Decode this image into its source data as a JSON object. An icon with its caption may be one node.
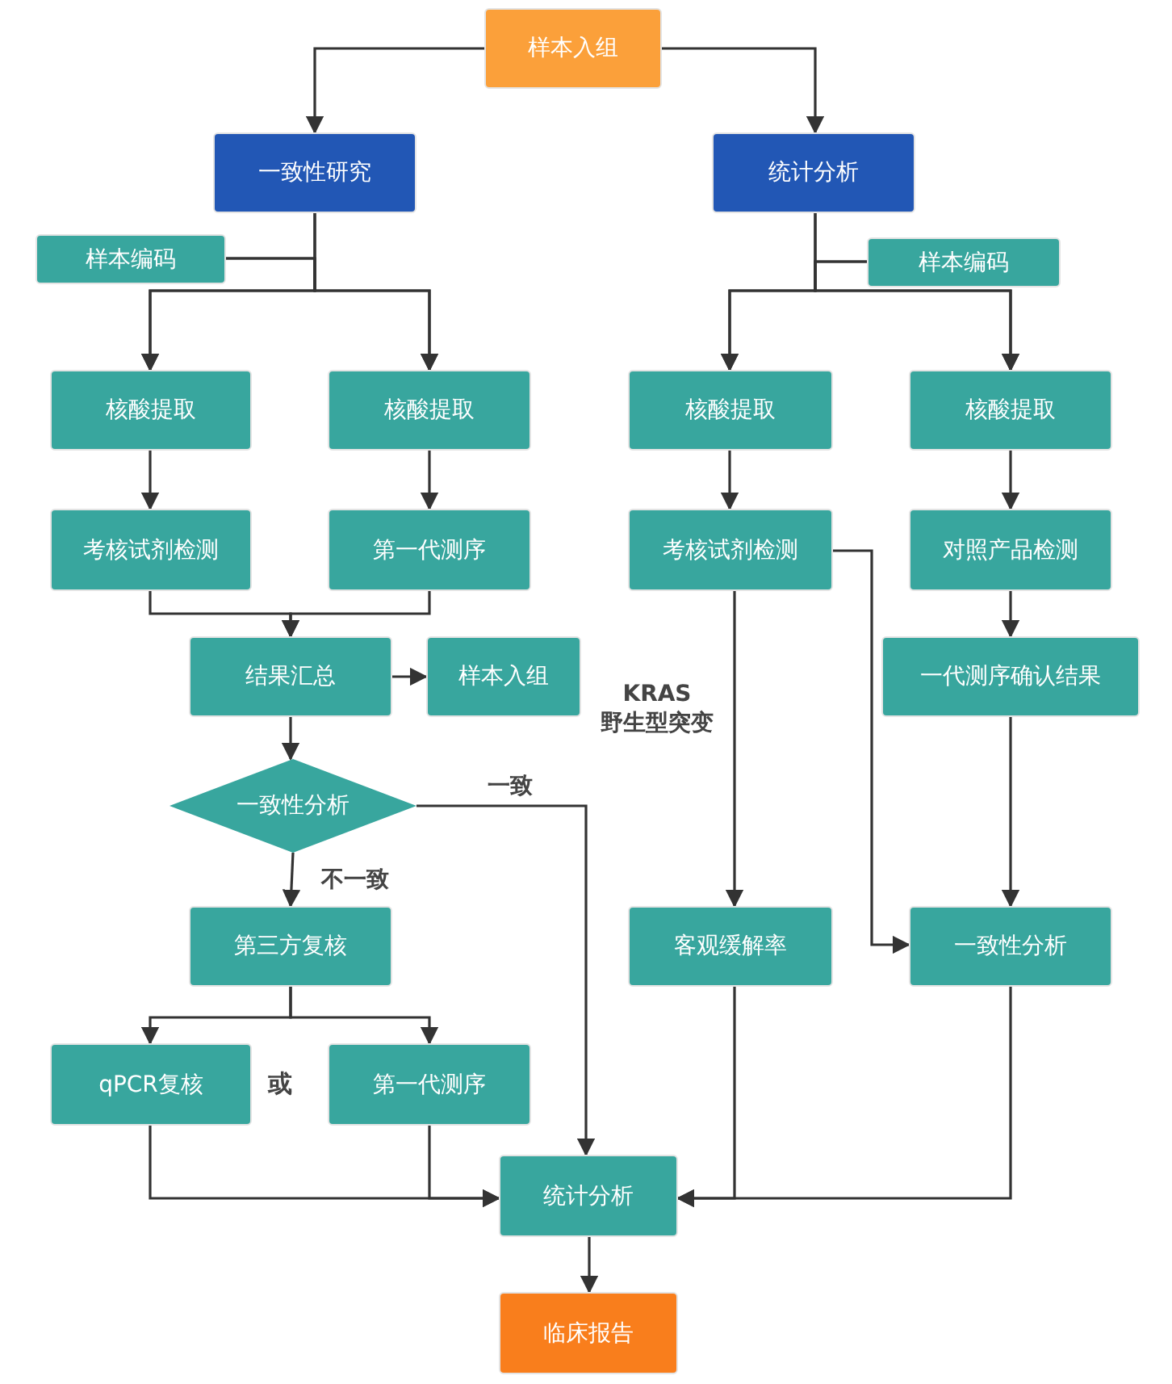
{
  "diagram": {
    "nodes": [
      {
        "text": [
          "样本入组"
        ]
      },
      {
        "text": [
          "一致性研究"
        ]
      },
      {
        "text": [
          "统计分析"
        ]
      },
      {
        "text": [
          "样本编码"
        ]
      },
      {
        "text": [
          "样本编码"
        ]
      },
      {
        "text": [
          "核酸提取"
        ]
      },
      {
        "text": [
          "核酸提取"
        ]
      },
      {
        "text": [
          "核酸提取"
        ]
      },
      {
        "text": [
          "核酸提取"
        ]
      },
      {
        "text": [
          "考核试剂检测"
        ]
      },
      {
        "text": [
          "第一代测序"
        ]
      },
      {
        "text": [
          "考核试剂检测"
        ]
      },
      {
        "text": [
          "对照产品检测"
        ]
      },
      {
        "text": [
          "结果汇总"
        ]
      },
      {
        "text": [
          "样本入组"
        ]
      },
      {
        "text": [
          "一代测序确认结果"
        ]
      },
      {
        "text": [
          "一致性分析"
        ]
      },
      {
        "text": [
          "第三方复核"
        ]
      },
      {
        "text": [
          "客观缓解率"
        ]
      },
      {
        "text": [
          "一致性分析"
        ]
      },
      {
        "text": [
          "qPCR复核"
        ]
      },
      {
        "text": [
          "第一代测序"
        ]
      },
      {
        "text": [
          "统计分析"
        ]
      },
      {
        "text": [
          "临床报告"
        ]
      }
    ],
    "edges": [
      {
        "from": 0,
        "to": 1,
        "arrow": "to"
      },
      {
        "from": 0,
        "to": 2,
        "arrow": "to"
      },
      {
        "from": 1,
        "to": 5,
        "arrow": "to"
      },
      {
        "from": 1,
        "to": 6,
        "arrow": "to"
      },
      {
        "from": 3,
        "to": 5,
        "arrow": "to"
      },
      {
        "from": 3,
        "to": 6,
        "arrow": "to"
      },
      {
        "from": 2,
        "to": 7,
        "arrow": "to"
      },
      {
        "from": 2,
        "to": 8,
        "arrow": "to"
      },
      {
        "from": 4,
        "to": 7,
        "arrow": "to"
      },
      {
        "from": 4,
        "to": 8,
        "arrow": "to"
      },
      {
        "from": 5,
        "to": 9,
        "arrow": "to"
      },
      {
        "from": 6,
        "to": 10,
        "arrow": "to"
      },
      {
        "from": 7,
        "to": 11,
        "arrow": "to"
      },
      {
        "from": 8,
        "to": 12,
        "arrow": "to"
      },
      {
        "from": 9,
        "to": 13,
        "arrow": "to"
      },
      {
        "from": 10,
        "to": 13,
        "arrow": "to"
      },
      {
        "from": 13,
        "to": 14,
        "arrow": "to"
      },
      {
        "from": 13,
        "to": 16,
        "arrow": "to"
      },
      {
        "from": 16,
        "to": 22,
        "arrow": "to",
        "label": "一致"
      },
      {
        "from": 16,
        "to": 17,
        "arrow": "to",
        "label": "不一致"
      },
      {
        "from": 17,
        "to": 20,
        "arrow": "to"
      },
      {
        "from": 17,
        "to": 21,
        "arrow": "to"
      },
      {
        "from": 20,
        "to": 22,
        "arrow": "to"
      },
      {
        "from": 21,
        "to": 22,
        "arrow": "to"
      },
      {
        "from": 11,
        "to": 18,
        "arrow": "to",
        "label": "KRAS 野生型突变"
      },
      {
        "from": 11,
        "to": 19,
        "arrow": "to"
      },
      {
        "from": 12,
        "to": 15,
        "arrow": "to"
      },
      {
        "from": 15,
        "to": 19,
        "arrow": "to"
      },
      {
        "from": 18,
        "to": 22,
        "arrow": "to"
      },
      {
        "from": 19,
        "to": 22,
        "arrow": "to"
      },
      {
        "from": 22,
        "to": 23,
        "arrow": "to"
      }
    ],
    "labels": [
      "或"
    ]
  }
}
